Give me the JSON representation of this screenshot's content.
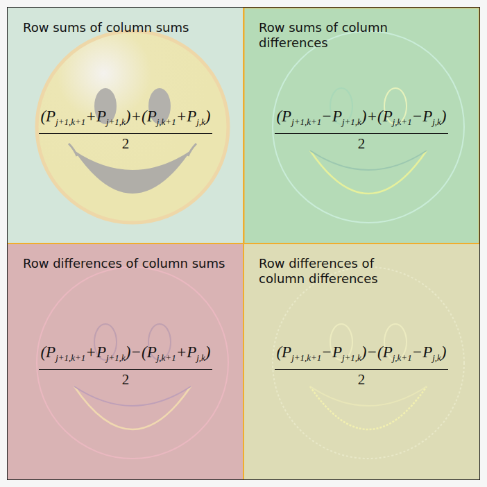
{
  "diagram": {
    "nodes": [
      {
        "text": [
          "Row sums of column sums",
          "(P",
          "j+1,k+1",
          "+P",
          "j+1,k",
          ")+(P",
          "j,k+1",
          "+P",
          "j,k",
          ")",
          "2"
        ]
      },
      {
        "text": [
          "Row sums of column differences",
          "(P",
          "j+1,k+1",
          "−P",
          "j+1,k",
          ")+(P",
          "j,k+1",
          "−P",
          "j,k",
          ")",
          "2"
        ]
      },
      {
        "text": [
          "Row differences of column sums",
          "(P",
          "j+1,k+1",
          "+P",
          "j+1,k",
          ")−(P",
          "j,k+1",
          "+P",
          "j,k",
          ")",
          "2"
        ]
      },
      {
        "text": [
          "Row differences of column differences",
          "(P",
          "j+1,k+1",
          "−P",
          "j+1,k",
          ")−(P",
          "j,k+1",
          "−P",
          "j,k",
          ")",
          "2"
        ]
      }
    ]
  }
}
